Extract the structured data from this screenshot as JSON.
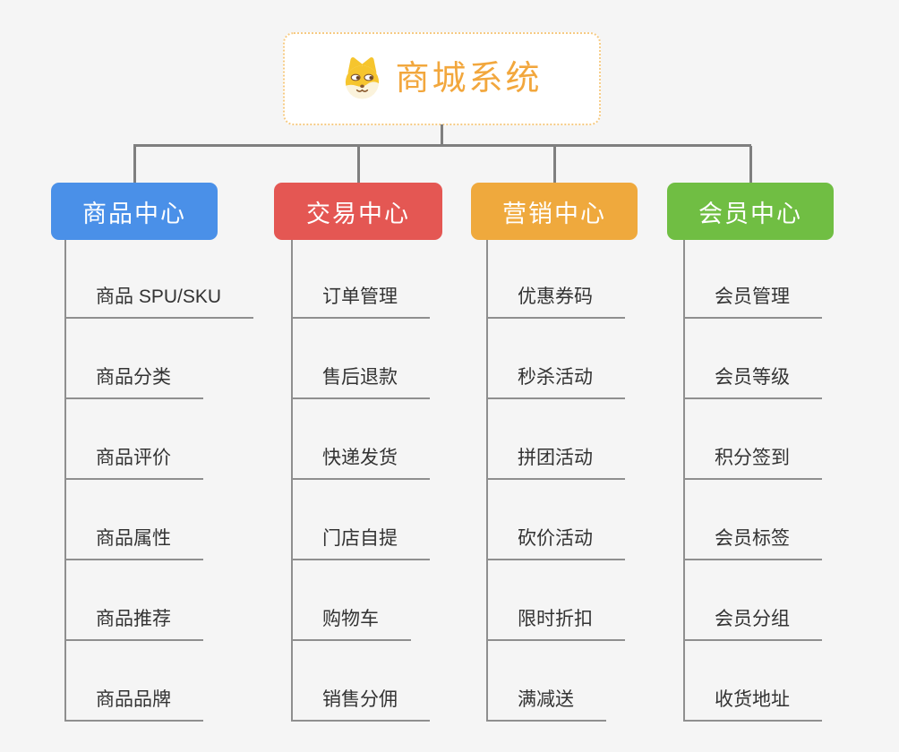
{
  "root": {
    "title": "商城系统",
    "icon": "doge-icon",
    "text_color": "#f2a73d",
    "border_color": "#f6cb84"
  },
  "connector_color": "#7f7f7f",
  "branches": [
    {
      "label": "商品中心",
      "color": "#4a90e8",
      "children": [
        "商品 SPU/SKU",
        "商品分类",
        "商品评价",
        "商品属性",
        "商品推荐",
        "商品品牌"
      ]
    },
    {
      "label": "交易中心",
      "color": "#e45753",
      "children": [
        "订单管理",
        "售后退款",
        "快递发货",
        "门店自提",
        "购物车",
        "销售分佣"
      ]
    },
    {
      "label": "营销中心",
      "color": "#efa93d",
      "children": [
        "优惠券码",
        "秒杀活动",
        "拼团活动",
        "砍价活动",
        "限时折扣",
        "满减送"
      ]
    },
    {
      "label": "会员中心",
      "color": "#70be43",
      "children": [
        "会员管理",
        "会员等级",
        "积分签到",
        "会员标签",
        "会员分组",
        "收货地址"
      ]
    }
  ]
}
